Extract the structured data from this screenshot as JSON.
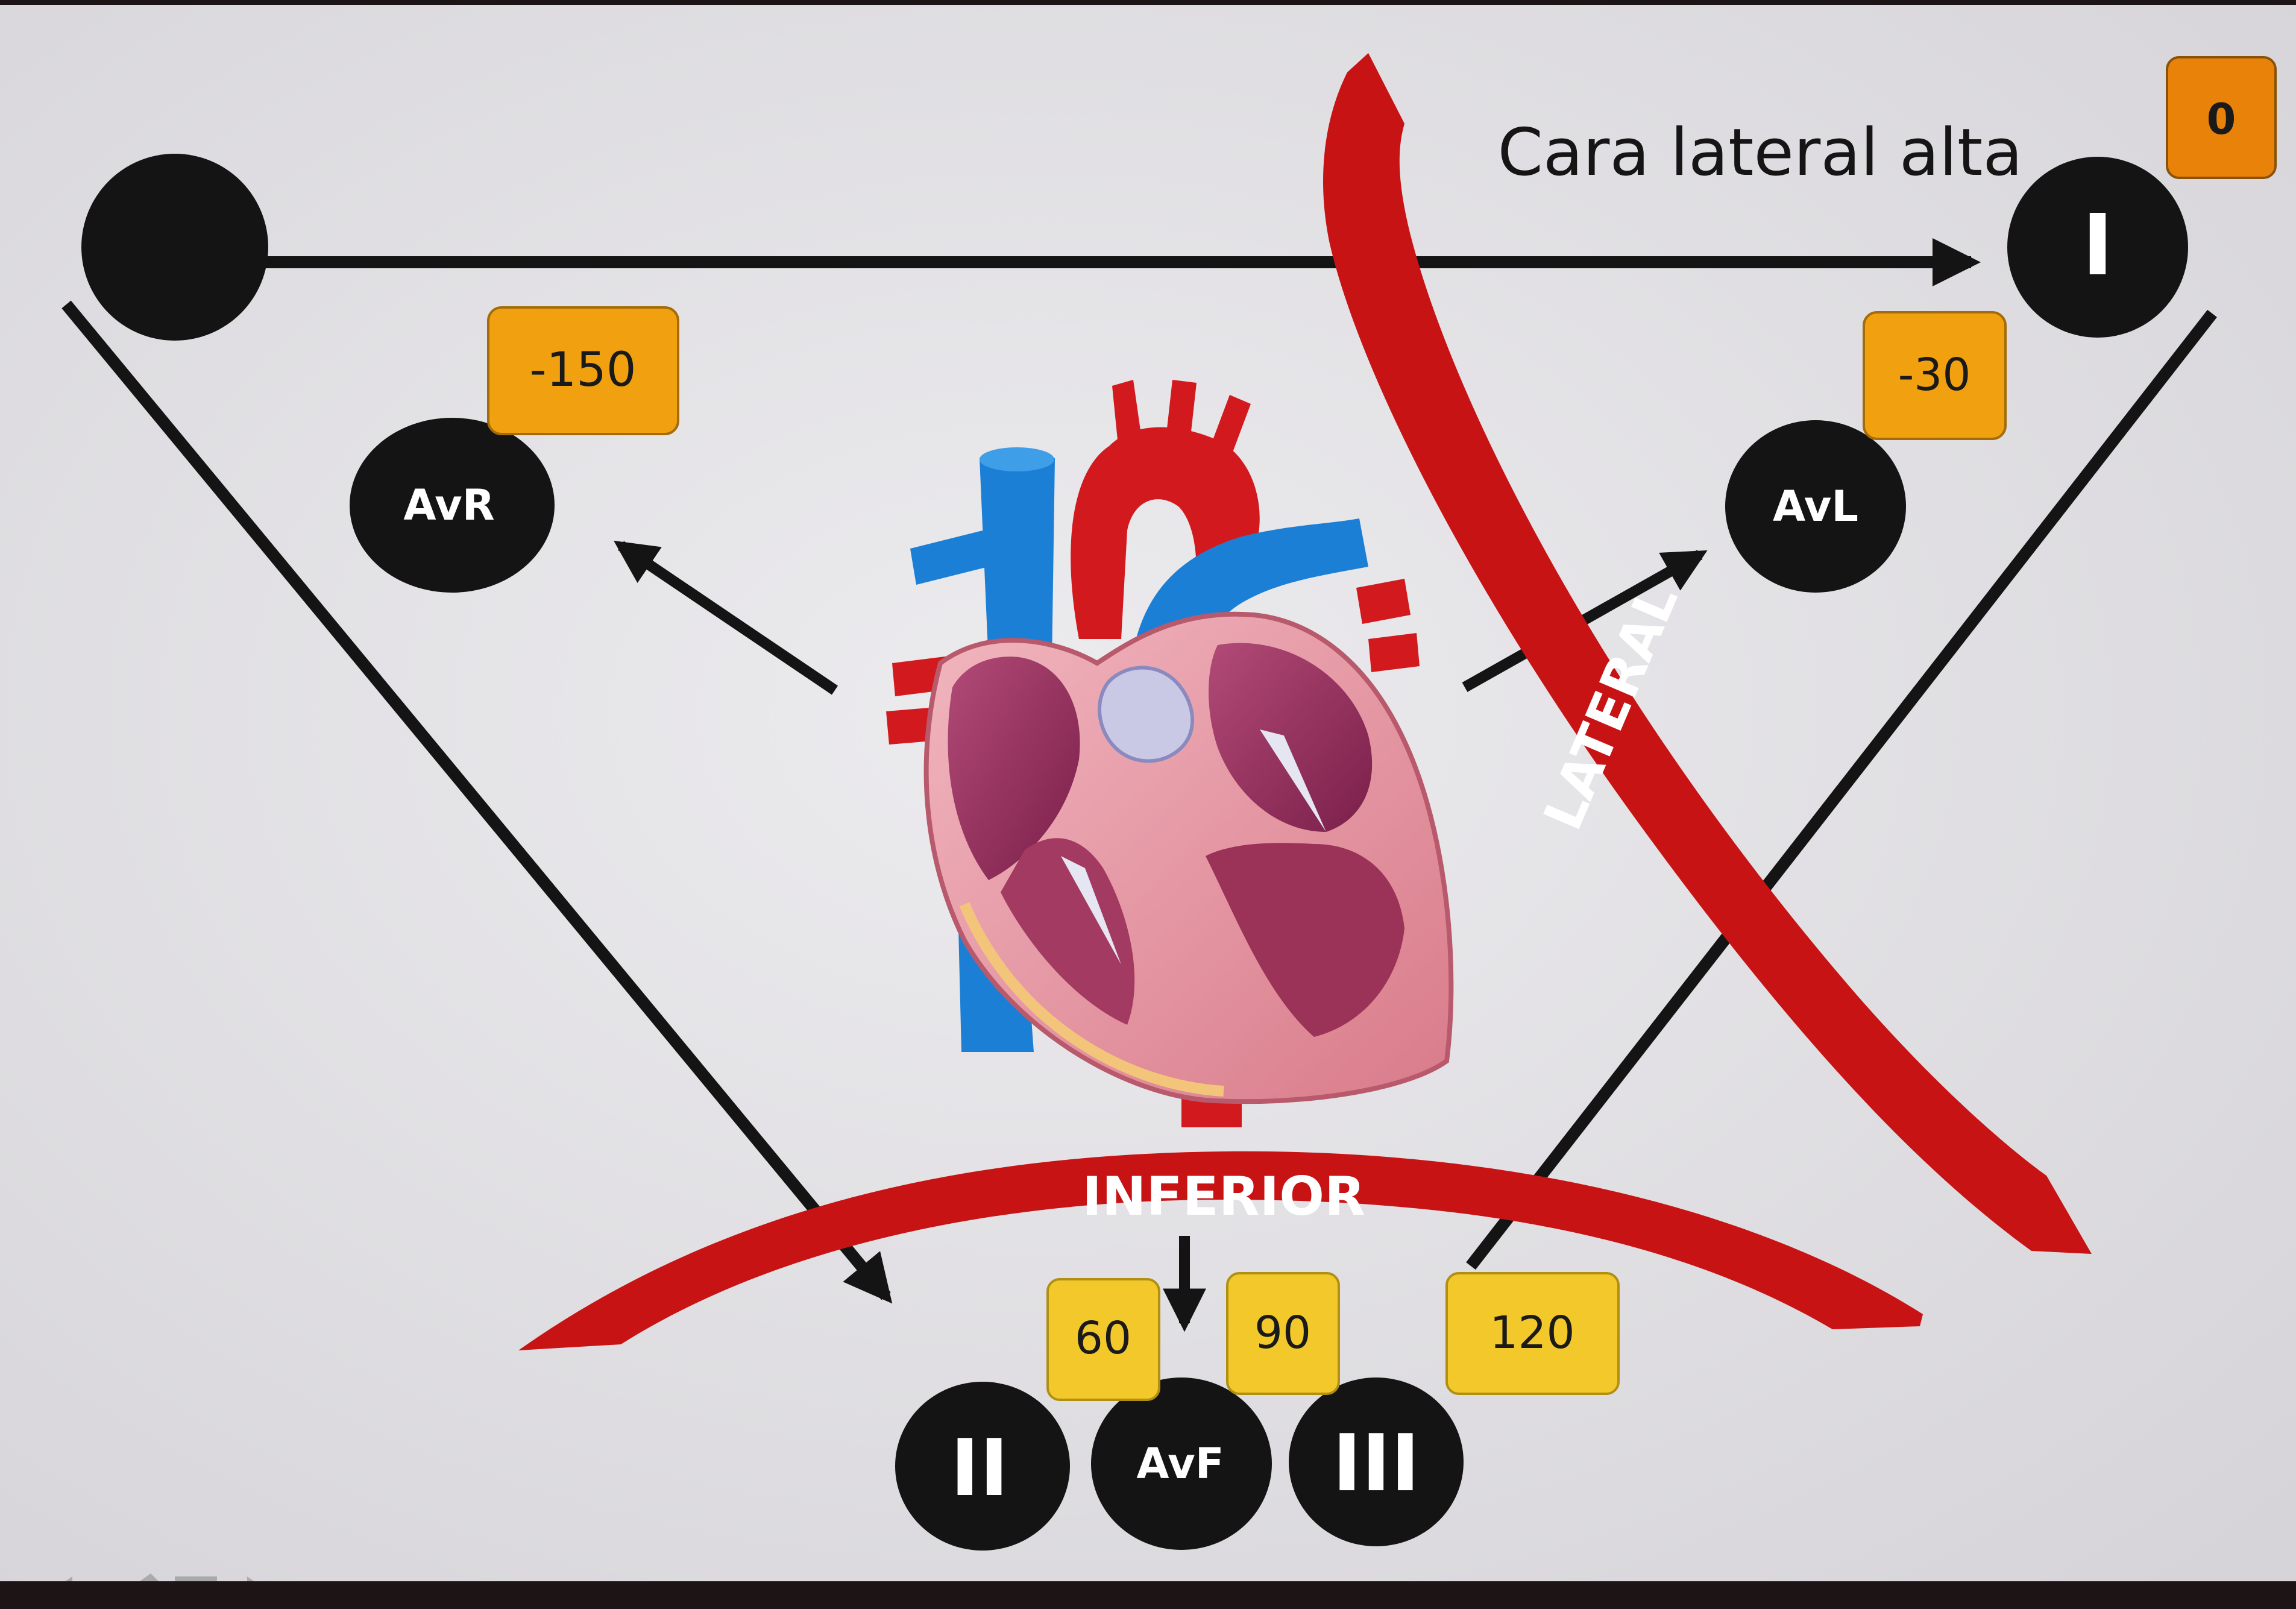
{
  "heading": "Cara lateral alta",
  "leads": {
    "I": "I",
    "AvR": "AvR",
    "AvL": "AvL",
    "II": "II",
    "AvF": "AvF",
    "III": "III"
  },
  "angles": {
    "I": "0",
    "AvR": "-150",
    "AvL": "-30",
    "II": "60",
    "AvF": "90",
    "III": "120"
  },
  "regions": {
    "inferior": "INFERIOR",
    "lateral": "LATERAL"
  },
  "colors": {
    "slide_background": "#e2e0e3",
    "lead_circle": "#141414",
    "angle_box_orange": "#f1a10f",
    "angle_box_amber": "#e98208",
    "angle_box_yellow": "#f3c82a",
    "region_band": "#cc1313",
    "heart_red": "#d21a1e",
    "heart_blue": "#1b7fd6",
    "heart_muscle": "#e79aa5"
  }
}
